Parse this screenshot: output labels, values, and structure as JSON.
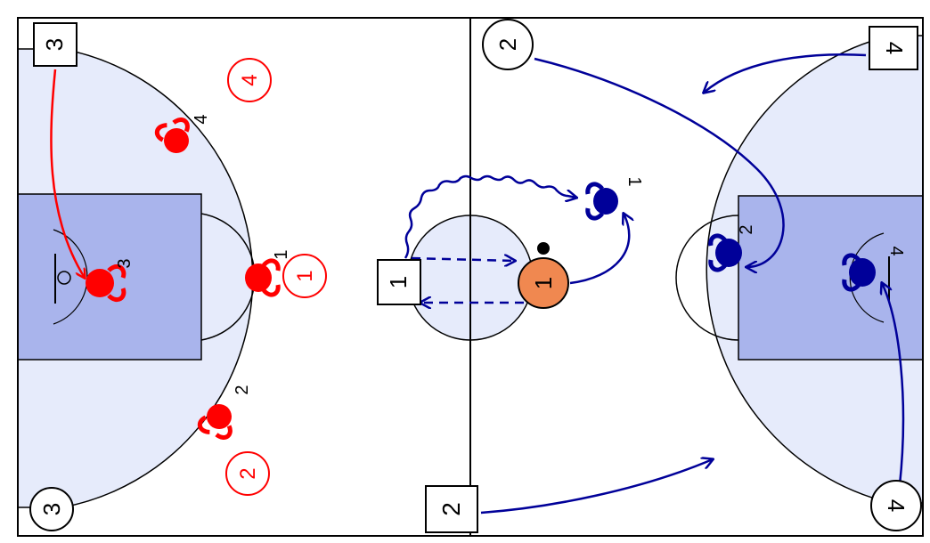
{
  "colors": {
    "court_line": "#000000",
    "area_fill": "#e6ebfb",
    "key_fill": "#a9b4ec",
    "red_team": "#ff0000",
    "blue_team": "#000099",
    "ball_carrier": "#f08850"
  },
  "left_side": {
    "corner_top_square": "3",
    "corner_bottom_circle": "3",
    "defender_labels": [
      "4",
      "3",
      "1",
      "2"
    ],
    "offense_circles": [
      "4",
      "1",
      "2"
    ]
  },
  "right_side": {
    "corner_top_left_circle": "2",
    "corner_top_right_square": "4",
    "corner_bottom_right_circle": "4",
    "bottom_square": "2",
    "defender_labels": [
      "1",
      "2",
      "4"
    ]
  },
  "center": {
    "square_label": "1",
    "ball_carrier_label": "1"
  },
  "icons": [
    "defender-icon",
    "ball-icon",
    "basket-icon"
  ]
}
